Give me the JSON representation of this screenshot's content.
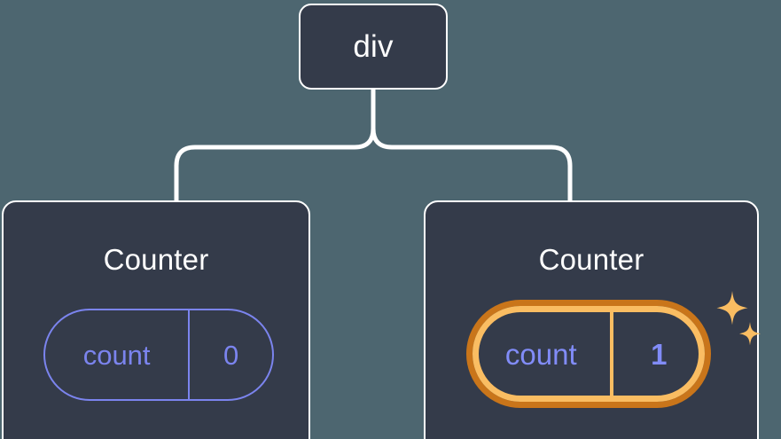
{
  "diagram": {
    "title": "react-component-state-tree",
    "type": "component-tree",
    "background_color": "#4d6670",
    "node_fill_color": "#343b4a",
    "node_border_color": "#ffffff",
    "connector_color": "#ffffff",
    "state_color": "#7b84ee",
    "highlight_outer_color": "#c9751a",
    "highlight_inner_color": "#fabd62",
    "sparkle_color": "#fabd62"
  },
  "root": {
    "label": "div"
  },
  "children": [
    {
      "label": "Counter",
      "state": {
        "key": "count",
        "value": "0"
      },
      "highlighted": false,
      "sparkles": false
    },
    {
      "label": "Counter",
      "state": {
        "key": "count",
        "value": "1"
      },
      "highlighted": true,
      "sparkles": true
    }
  ],
  "icons": {
    "sparkle_large": "sparkle-icon",
    "sparkle_small": "sparkle-icon"
  }
}
